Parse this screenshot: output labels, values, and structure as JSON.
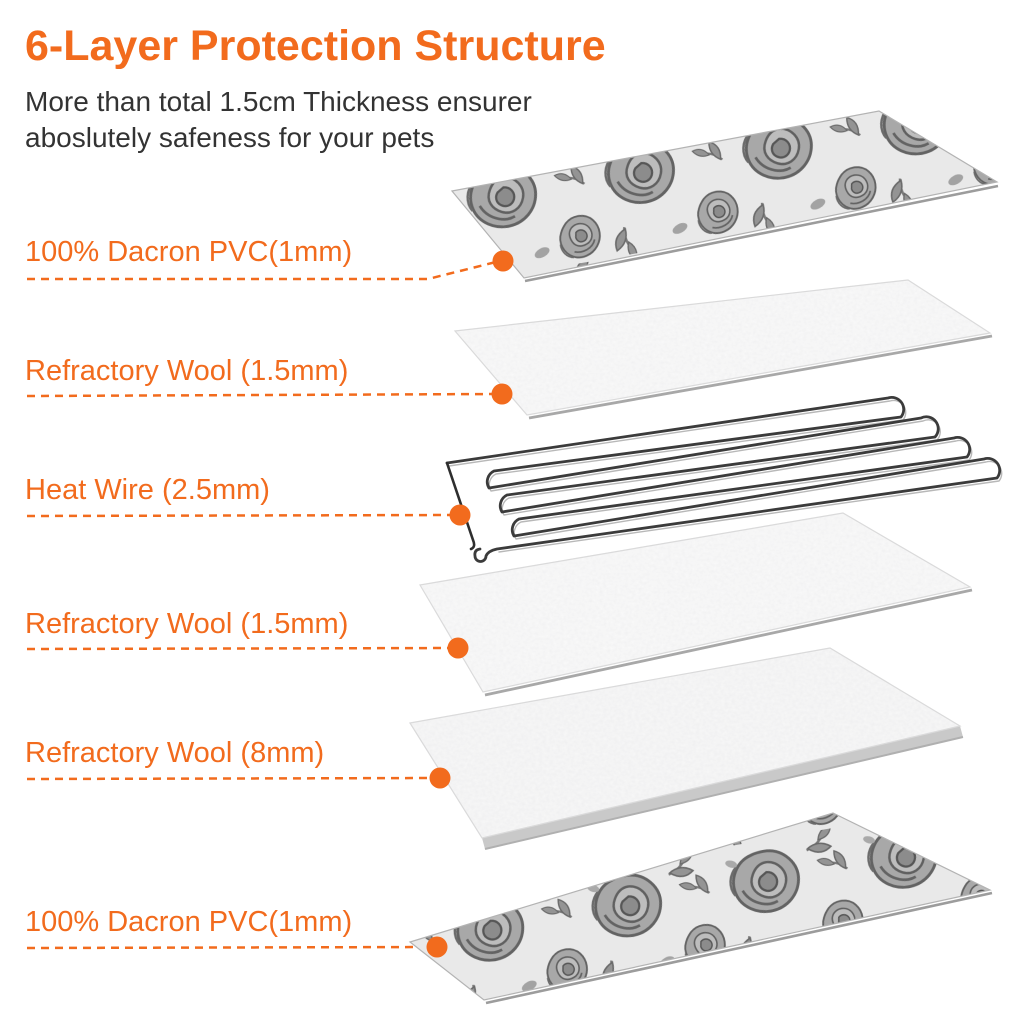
{
  "colors": {
    "accent": "#F26B1D",
    "subtitle_text": "#333333",
    "fabric_base": "#E9E9E9",
    "rose_gray": "#8C8C8C",
    "wool_white": "#FAFAFA",
    "wire_dark": "#3B3B3B"
  },
  "header": {
    "title": "6-Layer Protection Structure",
    "subtitle_line1": "More than total 1.5cm Thickness ensurer",
    "subtitle_line2": "aboslutely safeness for your pets"
  },
  "layers": [
    {
      "label": "100% Dacron PVC(1mm)",
      "material": "dacron-pvc-floral-fabric"
    },
    {
      "label": "Refractory Wool (1.5mm)",
      "material": "refractory-wool-sheet"
    },
    {
      "label": "Heat Wire (2.5mm)",
      "material": "serpentine-heat-wire"
    },
    {
      "label": "Refractory Wool (1.5mm)",
      "material": "refractory-wool-sheet"
    },
    {
      "label": "Refractory Wool (8mm)",
      "material": "refractory-wool-thick-sheet"
    },
    {
      "label": "100% Dacron PVC(1mm)",
      "material": "dacron-pvc-floral-fabric"
    }
  ]
}
